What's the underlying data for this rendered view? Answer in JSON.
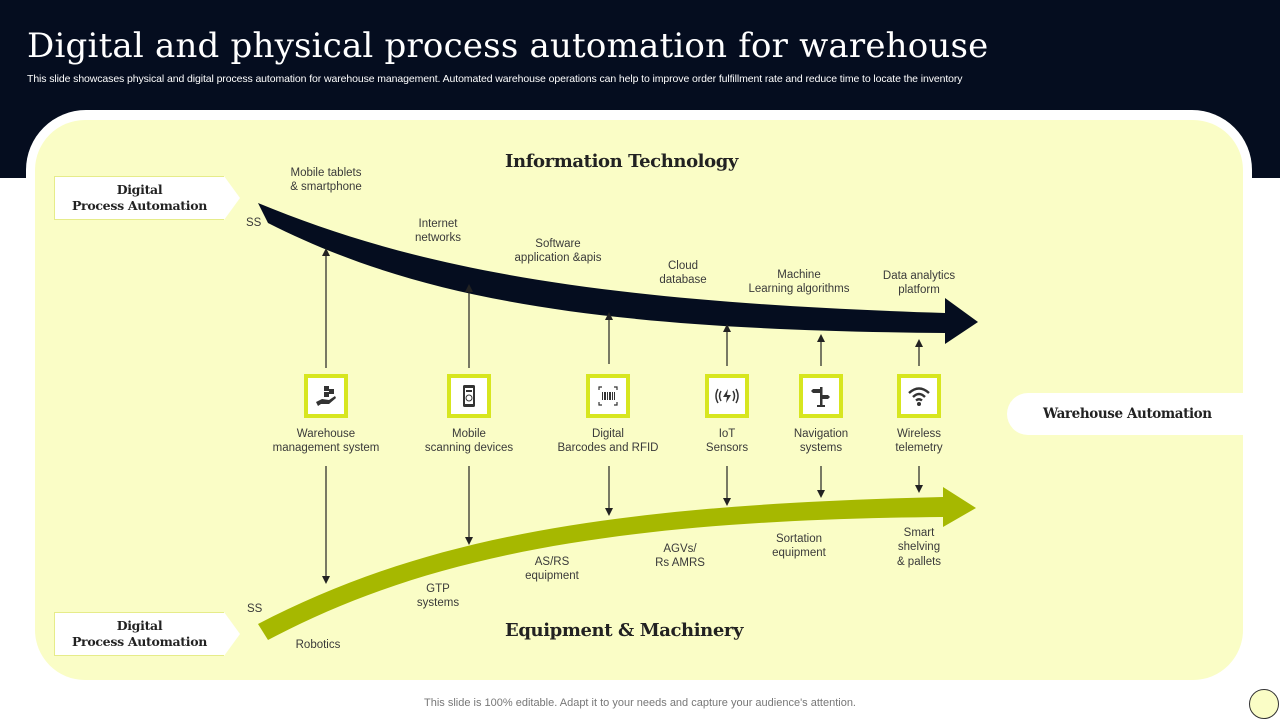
{
  "header": {
    "title": "Digital and physical process automation for warehouse",
    "subtitle": "This slide showcases physical and digital process automation for warehouse management. Automated warehouse operations can help to improve order fulfillment rate and reduce time to locate the inventory"
  },
  "tags": {
    "top": {
      "line1": "Digital",
      "line2": "Process Automation"
    },
    "bottom": {
      "line1": "Digital",
      "line2": "Process Automation"
    }
  },
  "headings": {
    "information_technology": "Information Technology",
    "equipment_machinery": "Equipment & Machinery",
    "warehouse_automation": "Warehouse Automation"
  },
  "ss_labels": {
    "top": "SS",
    "bottom": "SS"
  },
  "it_items": [
    "Mobile tablets\n& smartphone",
    "Internet\nnetworks",
    "Software\napplication &apis",
    "Cloud\ndatabase",
    "Machine\nLearning algorithms",
    "Data analytics\nplatform"
  ],
  "center_items": [
    {
      "label": "Warehouse\nmanagement system",
      "icon": "hand-boxes-icon"
    },
    {
      "label": "Mobile\nscanning devices",
      "icon": "mobile-scanner-icon"
    },
    {
      "label": "Digital\nBarcodes and RFID",
      "icon": "barcode-icon"
    },
    {
      "label": "IoT\nSensors",
      "icon": "iot-sensor-icon"
    },
    {
      "label": "Navigation\nsystems",
      "icon": "signpost-icon"
    },
    {
      "label": "Wireless\ntelemetry",
      "icon": "wifi-icon"
    }
  ],
  "equipment_items": [
    "Robotics",
    "GTP\nsystems",
    "AS/RS\nequipment",
    "AGVs/\nRs AMRS",
    "Sortation\nequipment",
    "Smart\nshelving\n& pallets"
  ],
  "colors": {
    "dark": "#050d1f",
    "panel": "#fafdc6",
    "accent_green": "#a6b800",
    "icon_border": "#d7e61f"
  },
  "footer": {
    "note": "This slide is 100% editable. Adapt it to your needs and capture your audience's attention."
  }
}
